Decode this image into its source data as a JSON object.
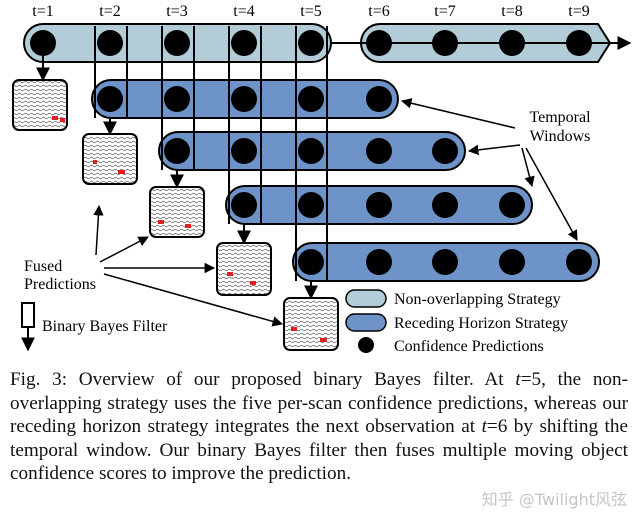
{
  "time_labels": [
    "t=1",
    "t=2",
    "t=3",
    "t=4",
    "t=5",
    "t=6",
    "t=7",
    "t=8",
    "t=9"
  ],
  "annotations": {
    "temporal_windows_line1": "Temporal",
    "temporal_windows_line2": "Windows",
    "fused_predictions_line1": "Fused",
    "fused_predictions_line2": "Predictions",
    "binary_bayes_filter": "Binary Bayes Filter"
  },
  "legend": {
    "non_overlapping": "Non-overlapping Strategy",
    "receding_horizon": "Receding Horizon Strategy",
    "confidence": "Confidence Predictions"
  },
  "colors": {
    "non_overlapping_fill": "#b3cdd8",
    "receding_fill": "#6d93c9",
    "dot": "#000000"
  },
  "caption": {
    "prefix": "Fig. 3: Overview of our proposed binary Bayes filter. At ",
    "t1": "t",
    "mid1": "=5, the non-overlapping strategy uses the five per-scan confidence predictions, whereas our receding horizon strategy integrates the next observation at ",
    "t2": "t",
    "rest": "=6 by shifting the temporal window. Our binary Bayes filter then fuses multiple moving object confidence scores to improve the prediction."
  },
  "watermark": "知乎 @Twilight风弦"
}
